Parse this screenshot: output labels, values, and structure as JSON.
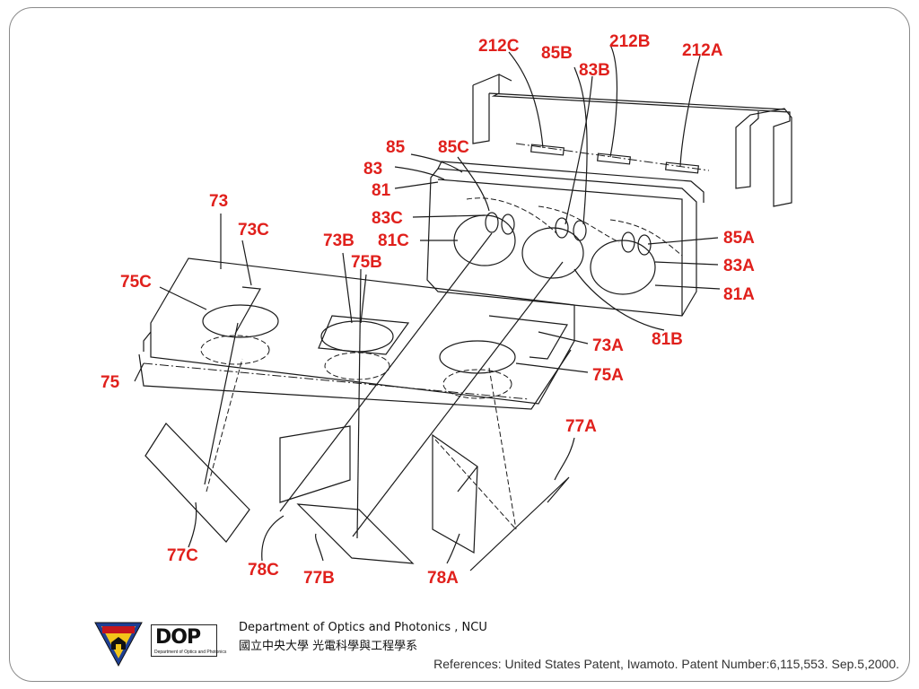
{
  "labels": {
    "l212C": "212C",
    "l212B": "212B",
    "l212A": "212A",
    "l85B": "85B",
    "l83B": "83B",
    "l85": "85",
    "l85C": "85C",
    "l83": "83",
    "l81": "81",
    "l83C": "83C",
    "l81C": "81C",
    "l73": "73",
    "l73C": "73C",
    "l73B": "73B",
    "l75B": "75B",
    "l75C": "75C",
    "l75": "75",
    "l85A": "85A",
    "l83A": "83A",
    "l81A": "81A",
    "l81B": "81B",
    "l73A": "73A",
    "l75A": "75A",
    "l77A": "77A",
    "l77C": "77C",
    "l78C": "78C",
    "l77B": "77B",
    "l78A": "78A"
  },
  "footer": {
    "dept_en": "Department of Optics and Photonics , NCU",
    "dept_zh": "國立中央大學 光電科學與工程學系",
    "references": "References: United States Patent, Iwamoto. Patent Number:6,115,553. Sep.5,2000.",
    "logo_ncu_icon": "ncu-emblem-icon",
    "logo_dop_icon": "dop-logo-icon",
    "logo_dop_text": "DOP",
    "logo_dop_subtext": "Department of Optics and Photonics"
  },
  "colors": {
    "label": "#e0201c",
    "line": "#1a1a1a",
    "frame": "#8a8a8a"
  }
}
